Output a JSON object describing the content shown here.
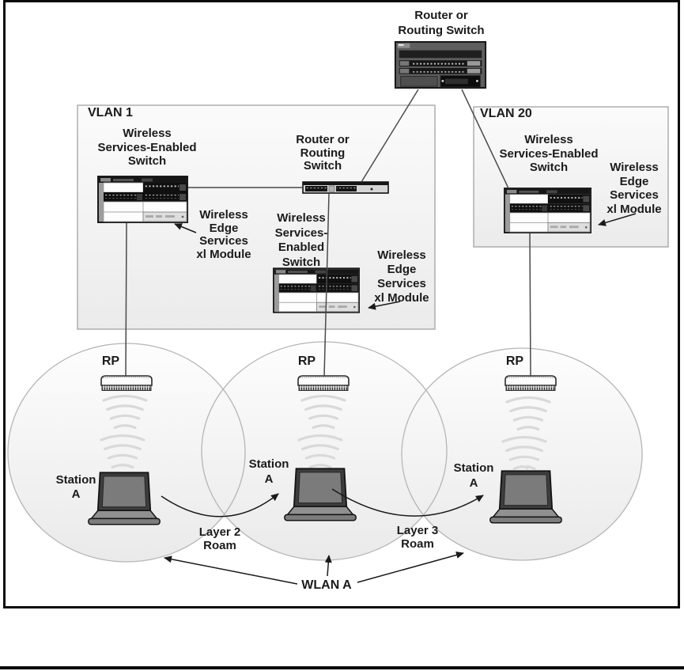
{
  "colors": {
    "page_bg": "#ffffff",
    "frame_border": "#0a0a0a",
    "box_fill_top": "#fbfbfb",
    "box_fill_bottom": "#ebebeb",
    "box_stroke": "#a9a9a9",
    "coverage_stroke": "#b5b5b5",
    "connection_line": "#4a4a4a",
    "arrow": "#1a1a1a",
    "wave": "#d9d9d9",
    "text": "#1b1b1b"
  },
  "core_router": {
    "label": [
      "Router or",
      "Routing Switch"
    ]
  },
  "vlan1": {
    "title": "VLAN 1",
    "switch1_label": [
      "Wireless",
      "Services-Enabled",
      "Switch"
    ],
    "switch1_module_label": [
      "Wireless",
      "Edge",
      "Services",
      "xl Module"
    ],
    "router_label": [
      "Router or",
      "Routing",
      "Switch"
    ],
    "switch2_label": [
      "Wireless",
      "Services-",
      "Enabled",
      "Switch"
    ],
    "switch2_module_label": [
      "Wireless",
      "Edge",
      "Services",
      "xl Module"
    ]
  },
  "vlan20": {
    "title": "VLAN 20",
    "switch_label": [
      "Wireless",
      "Services-Enabled",
      "Switch"
    ],
    "module_label": [
      "Wireless",
      "Edge",
      "Services",
      "xl Module"
    ]
  },
  "wlan": {
    "rp_labels": [
      "RP",
      "RP",
      "RP"
    ],
    "station_labels": [
      [
        "Station",
        "A"
      ],
      [
        "Station",
        "A"
      ],
      [
        "Station",
        "A"
      ]
    ],
    "layer2_roam": [
      "Layer 2",
      "Roam"
    ],
    "layer3_roam": [
      "Layer 3",
      "Roam"
    ],
    "wlan_label": "WLAN A"
  }
}
